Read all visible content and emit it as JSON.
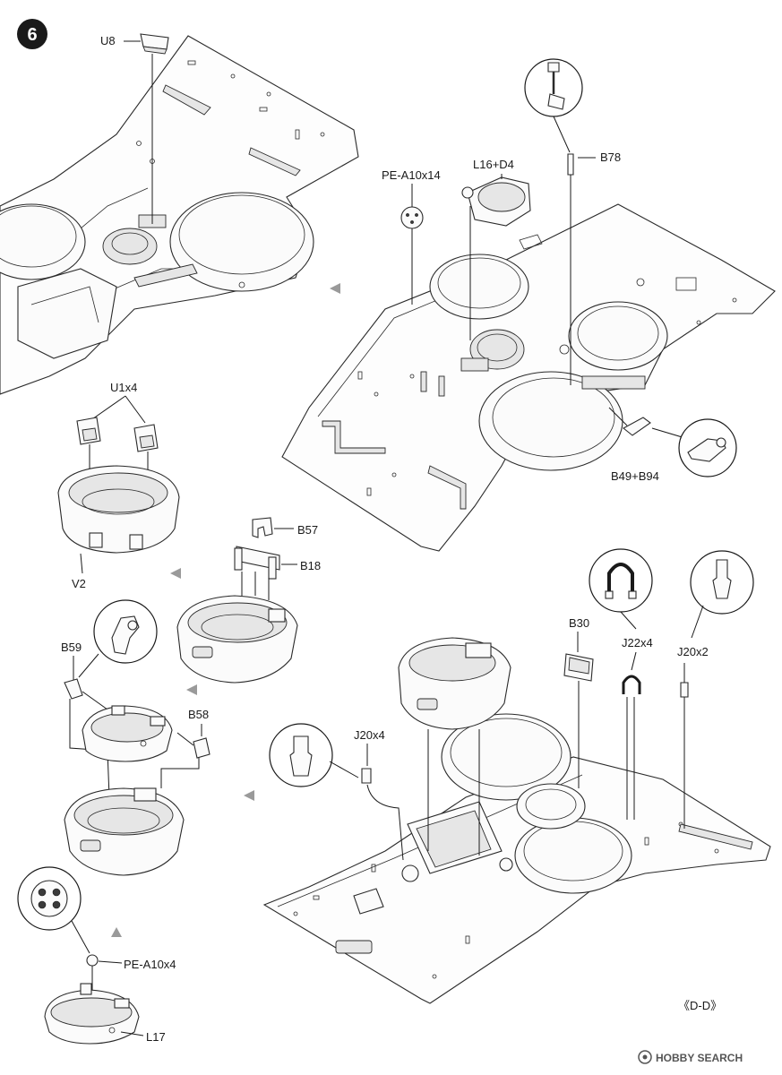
{
  "step": {
    "number": "6"
  },
  "labels": {
    "u8": "U8",
    "pe_a10x14": "PE-A10x14",
    "l16_d4": "L16+D4",
    "b78": "B78",
    "u1x4": "U1x4",
    "v2": "V2",
    "b57": "B57",
    "b18": "B18",
    "b49_b94": "B49+B94",
    "b59": "B59",
    "b58": "B58",
    "b30": "B30",
    "j22x4": "J22x4",
    "j20x2": "J20x2",
    "j20x4": "J20x4",
    "pe_a10x4": "PE-A10x4",
    "l17": "L17",
    "view": "《D-D》"
  },
  "watermark": {
    "text": "HOBBY SEARCH"
  }
}
